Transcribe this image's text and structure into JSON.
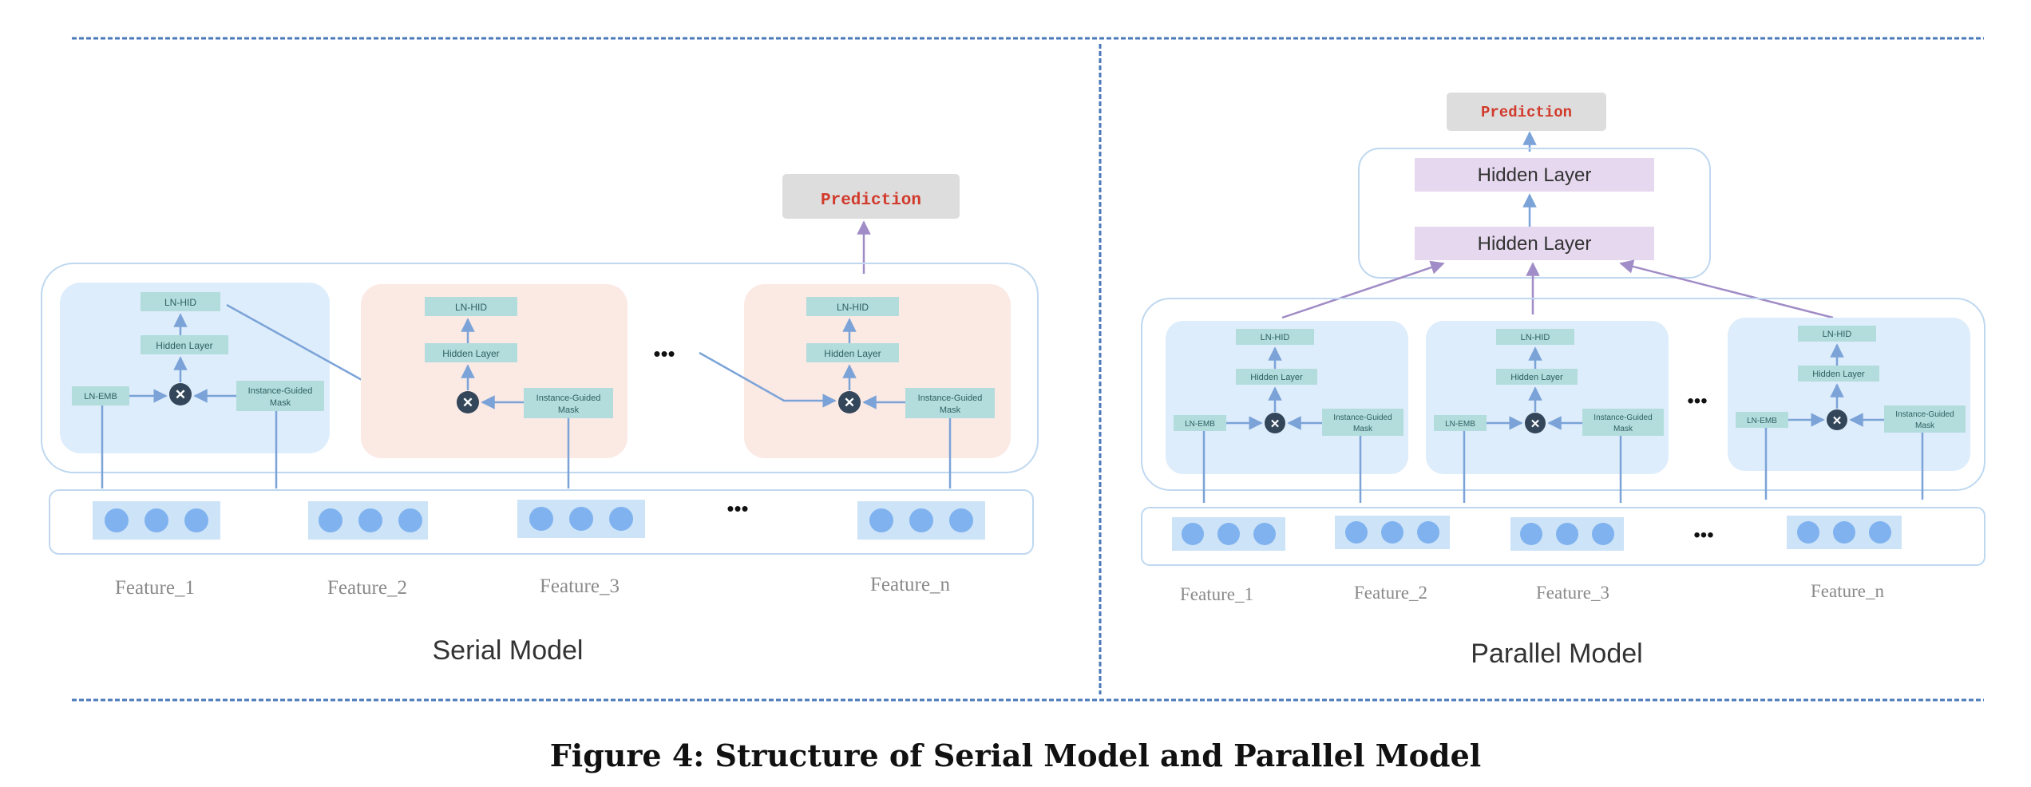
{
  "figure": {
    "caption": "Figure 4: Structure of Serial Model and Parallel Model",
    "colors": {
      "dashed_border": "#4a78b8",
      "arrow": "#7ba3d8",
      "arrow_purple": "#a08cc6",
      "block_blue": "#deedfb",
      "block_pink": "#fbe9e4",
      "node": "#b2dddc",
      "hidden_purple": "#e5d8ef",
      "prediction_bg": "#dddddd",
      "prediction_text": "#d23a2c",
      "circle": "#7fb2ef",
      "circle_bg": "#cde3f7",
      "multiply": "#33465a"
    }
  },
  "serial": {
    "title": "Serial Model",
    "prediction": "Prediction",
    "ellipsis": "•••",
    "blocks": [
      {
        "ln_hid": "LN-HID",
        "hidden": "Hidden Layer",
        "ln_emb": "LN-EMB",
        "mask_line1": "Instance-Guided",
        "mask_line2": "Mask"
      },
      {
        "ln_hid": "LN-HID",
        "hidden": "Hidden Layer",
        "mask_line1": "Instance-Guided",
        "mask_line2": "Mask"
      },
      {
        "ln_hid": "LN-HID",
        "hidden": "Hidden Layer",
        "mask_line1": "Instance-Guided",
        "mask_line2": "Mask"
      }
    ],
    "features": [
      "Feature_1",
      "Feature_2",
      "Feature_3",
      "Feature_n"
    ]
  },
  "parallel": {
    "title": "Parallel Model",
    "prediction": "Prediction",
    "hidden_top": "Hidden Layer",
    "hidden_bottom": "Hidden Layer",
    "ellipsis": "•••",
    "blocks": [
      {
        "ln_hid": "LN-HID",
        "hidden": "Hidden Layer",
        "ln_emb": "LN-EMB",
        "mask_line1": "Instance-Guided",
        "mask_line2": "Mask"
      },
      {
        "ln_hid": "LN-HID",
        "hidden": "Hidden Layer",
        "ln_emb": "LN-EMB",
        "mask_line1": "Instance-Guided",
        "mask_line2": "Mask"
      },
      {
        "ln_hid": "LN-HID",
        "hidden": "Hidden Layer",
        "ln_emb": "LN-EMB",
        "mask_line1": "Instance-Guided",
        "mask_line2": "Mask"
      }
    ],
    "features": [
      "Feature_1",
      "Feature_2",
      "Feature_3",
      "Feature_n"
    ]
  }
}
